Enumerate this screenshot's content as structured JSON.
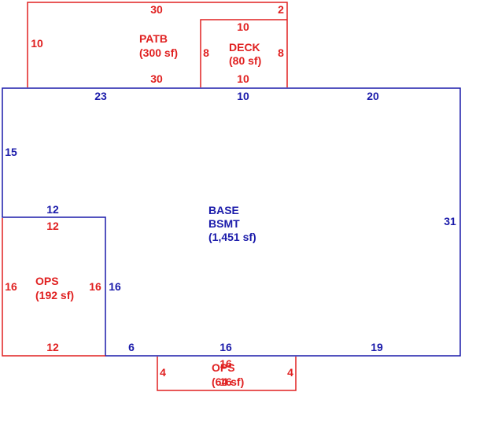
{
  "colors": {
    "red": "#e02020",
    "blue": "#1a1aaa"
  },
  "patb": {
    "name": "PATB",
    "area": "(300 sf)",
    "top": "30",
    "bottom": "30",
    "left": "10",
    "top_right": "2"
  },
  "deck": {
    "name": "DECK",
    "area": "(80 sf)",
    "top": "10",
    "bottom": "10",
    "left": "8",
    "right": "8"
  },
  "base": {
    "name": "BASE",
    "sub": "BSMT",
    "area": "(1,451 sf)",
    "top_left": "23",
    "top_mid": "10",
    "top_right": "20",
    "left": "15",
    "right": "31",
    "step_top": "12",
    "step_side": "16",
    "bottom_left": "6",
    "bottom_mid": "16",
    "bottom_right": "19"
  },
  "ops_left": {
    "name": "OPS",
    "area": "(192 sf)",
    "top": "12",
    "bottom": "12",
    "left": "16",
    "right": "16"
  },
  "ops_bottom": {
    "name": "OPS",
    "area": "(64 sf)",
    "top": "16",
    "bottom": "16",
    "left": "4",
    "right": "4"
  }
}
